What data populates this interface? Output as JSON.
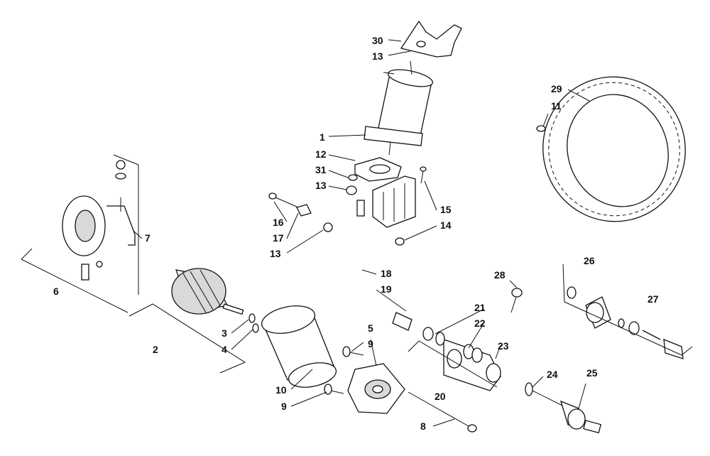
{
  "diagram": {
    "callouts": [
      {
        "id": "c1",
        "text": "1"
      },
      {
        "id": "c2",
        "text": "2"
      },
      {
        "id": "c3",
        "text": "3"
      },
      {
        "id": "c4",
        "text": "4"
      },
      {
        "id": "c5",
        "text": "5"
      },
      {
        "id": "c6",
        "text": "6"
      },
      {
        "id": "c7",
        "text": "7"
      },
      {
        "id": "c8",
        "text": "8"
      },
      {
        "id": "c9a",
        "text": "9"
      },
      {
        "id": "c9b",
        "text": "9"
      },
      {
        "id": "c10",
        "text": "10"
      },
      {
        "id": "c11",
        "text": "11"
      },
      {
        "id": "c12",
        "text": "12"
      },
      {
        "id": "c13a",
        "text": "13"
      },
      {
        "id": "c13b",
        "text": "13"
      },
      {
        "id": "c13c",
        "text": "13"
      },
      {
        "id": "c14",
        "text": "14"
      },
      {
        "id": "c15",
        "text": "15"
      },
      {
        "id": "c16",
        "text": "16"
      },
      {
        "id": "c17",
        "text": "17"
      },
      {
        "id": "c18",
        "text": "18"
      },
      {
        "id": "c19",
        "text": "19"
      },
      {
        "id": "c20",
        "text": "20"
      },
      {
        "id": "c21",
        "text": "21"
      },
      {
        "id": "c22",
        "text": "22"
      },
      {
        "id": "c23",
        "text": "23"
      },
      {
        "id": "c24",
        "text": "24"
      },
      {
        "id": "c25",
        "text": "25"
      },
      {
        "id": "c26",
        "text": "26"
      },
      {
        "id": "c27",
        "text": "27"
      },
      {
        "id": "c28",
        "text": "28"
      },
      {
        "id": "c29",
        "text": "29"
      },
      {
        "id": "c30",
        "text": "30"
      },
      {
        "id": "c31",
        "text": "31"
      }
    ]
  }
}
